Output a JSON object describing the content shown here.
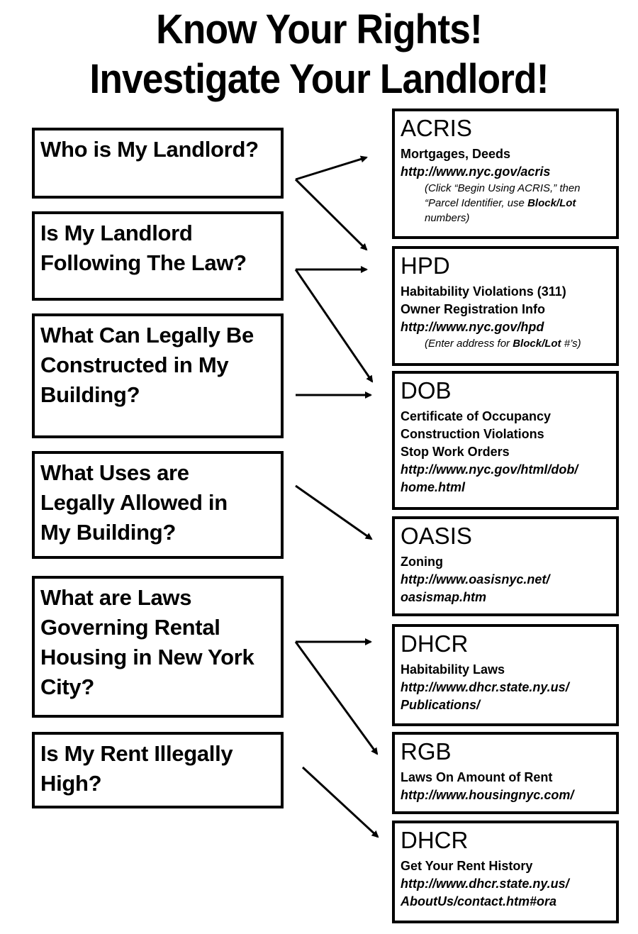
{
  "title": {
    "line1": "Know Your Rights!",
    "line2": "Investigate Your Landlord!"
  },
  "questions": [
    {
      "id": "q1",
      "text": "Who is My Landlord?"
    },
    {
      "id": "q2",
      "text": "Is My Landlord Following The Law?"
    },
    {
      "id": "q3",
      "text": "What Can Legally Be Constructed in My Building?"
    },
    {
      "id": "q4",
      "text": "What Uses are Legally Allowed in My Building?"
    },
    {
      "id": "q5",
      "text": "What are Laws Governing Rental Housing in New York City?"
    },
    {
      "id": "q6",
      "text": "Is My Rent Illegally High?"
    }
  ],
  "resources": {
    "acris": {
      "heading": "ACRIS",
      "lines": [
        "Mortgages, Deeds"
      ],
      "url": "http://www.nyc.gov/acris",
      "note1": "(Click “Begin Using ACRIS,” then",
      "note2_pre": "“Parcel Identifier, use ",
      "note2_bold": "Block/Lot",
      "note3": "numbers)"
    },
    "hpd": {
      "heading": "HPD",
      "lines": [
        "Habitability Violations (311)",
        "Owner Registration Info"
      ],
      "url": "http://www.nyc.gov/hpd",
      "note_pre": "(Enter address for ",
      "note_bold": "Block/Lot",
      "note_post": " #’s)"
    },
    "dob": {
      "heading": "DOB",
      "lines": [
        "Certificate of Occupancy",
        "Construction Violations",
        "Stop Work Orders"
      ],
      "url1": "http://www.nyc.gov/html/dob/",
      "url2": "home.html"
    },
    "oasis": {
      "heading": "OASIS",
      "lines": [
        "Zoning"
      ],
      "url1": "http://www.oasisnyc.net/",
      "url2": "oasismap.htm"
    },
    "dhcr_laws": {
      "heading": "DHCR",
      "lines": [
        "Habitability Laws"
      ],
      "url1": "http://www.dhcr.state.ny.us/",
      "url2": "Publications/"
    },
    "rgb": {
      "heading": "RGB",
      "lines": [
        "Laws On Amount of Rent"
      ],
      "url": "http://www.housingnyc.com/"
    },
    "dhcr_history": {
      "heading": "DHCR",
      "lines": [
        "Get Your Rent History"
      ],
      "url1": "http://www.dhcr.state.ny.us/",
      "url2": "AboutUs/contact.htm#ora"
    }
  },
  "connections": [
    {
      "from": "Who is My Landlord?",
      "to": [
        "ACRIS",
        "HPD"
      ]
    },
    {
      "from": "Is My Landlord Following The Law?",
      "to": [
        "HPD",
        "DOB"
      ]
    },
    {
      "from": "What Can Legally Be Constructed in My Building?",
      "to": [
        "DOB"
      ]
    },
    {
      "from": "What Uses are Legally Allowed in My Building?",
      "to": [
        "OASIS"
      ]
    },
    {
      "from": "What are Laws Governing Rental Housing in New York City?",
      "to": [
        "DHCR (Habitability Laws)",
        "RGB"
      ]
    },
    {
      "from": "Is My Rent Illegally High?",
      "to": [
        "DHCR (Get Your Rent History)"
      ]
    }
  ],
  "icons": {
    "arrow": "arrow-icon"
  }
}
